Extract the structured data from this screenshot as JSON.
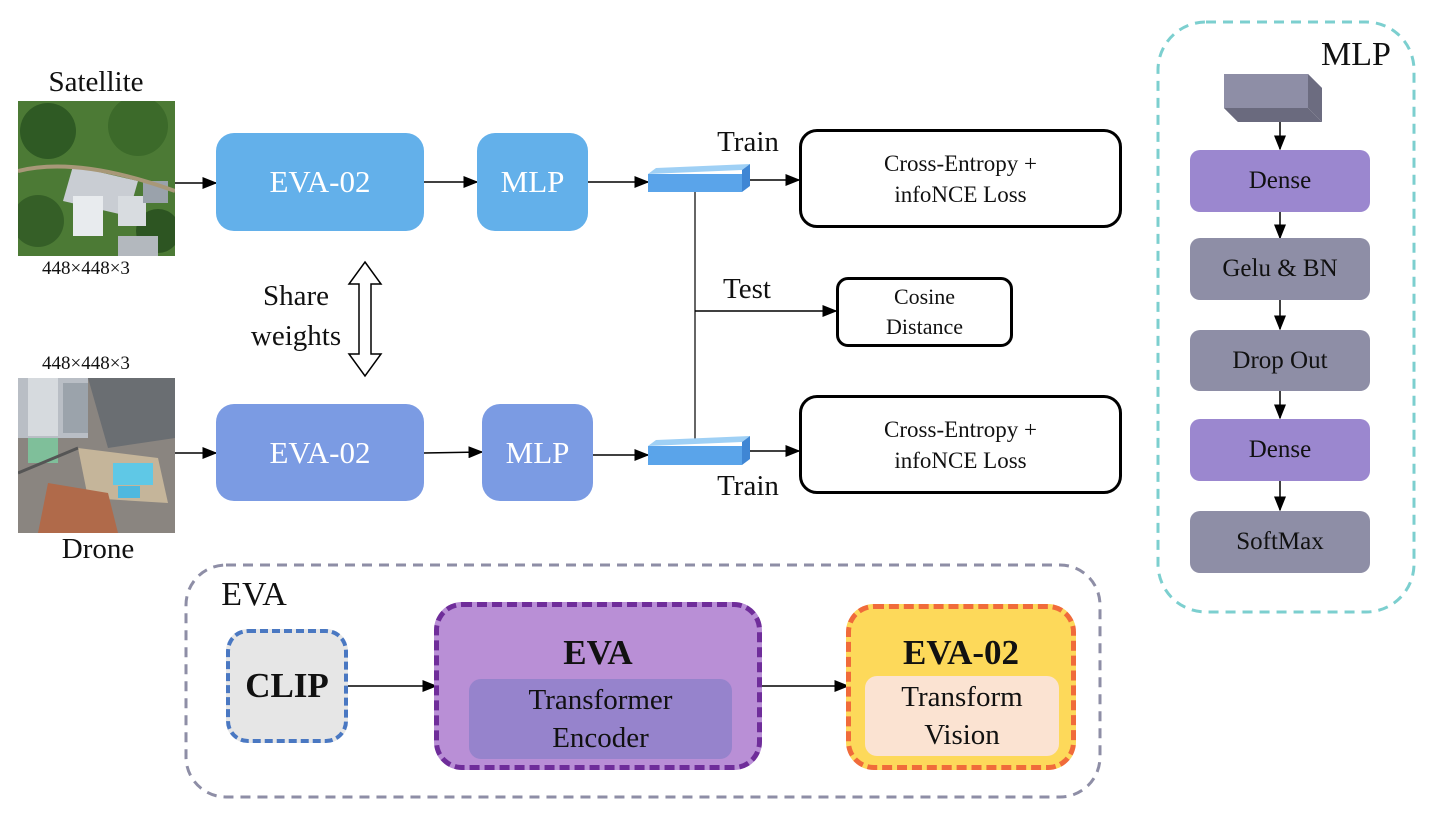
{
  "inputs": {
    "satellite_label": "Satellite",
    "satellite_size": "448×448×3",
    "drone_label": "Drone",
    "drone_size": "448×448×3"
  },
  "share_weights": [
    "Share",
    "weights"
  ],
  "top_branch": {
    "backbone": "EVA-02",
    "mlp": "MLP",
    "train_label": "Train",
    "loss_line1": "Cross-Entropy +",
    "loss_line2": "infoNCE Loss"
  },
  "bottom_branch": {
    "backbone": "EVA-02",
    "mlp": "MLP",
    "train_label": "Train",
    "loss_line1": "Cross-Entropy +",
    "loss_line2": "infoNCE Loss"
  },
  "test": {
    "label": "Test",
    "line1": "Cosine",
    "line2": "Distance"
  },
  "mlp_panel": {
    "title": "MLP",
    "layers": [
      "Dense",
      "Gelu & BN",
      "Drop Out",
      "Dense",
      "SoftMax"
    ]
  },
  "eva_panel": {
    "title": "EVA",
    "clip": "CLIP",
    "eva_title": "EVA",
    "eva_inner_line1": "Transformer",
    "eva_inner_line2": "Encoder",
    "eva02_title": "EVA-02",
    "eva02_inner_line1": "Transform",
    "eva02_inner_line2": "Vision"
  },
  "colors": {
    "eva02_top": "#63b0ea",
    "eva02_bottom": "#7b9be3",
    "dense": "#9b87cf",
    "grey_layer": "#8e8ea6",
    "mlp_panel_border": "#7ccfcf",
    "eva_panel_border": "#8e8ea6",
    "clip_fill": "#e6e6e6",
    "clip_border": "#4a78c2",
    "eva_fill": "#b98fd6",
    "eva_border": "#6f2d9a",
    "eva02_fill": "#fdd95a",
    "eva02_border": "#f06b3a"
  }
}
